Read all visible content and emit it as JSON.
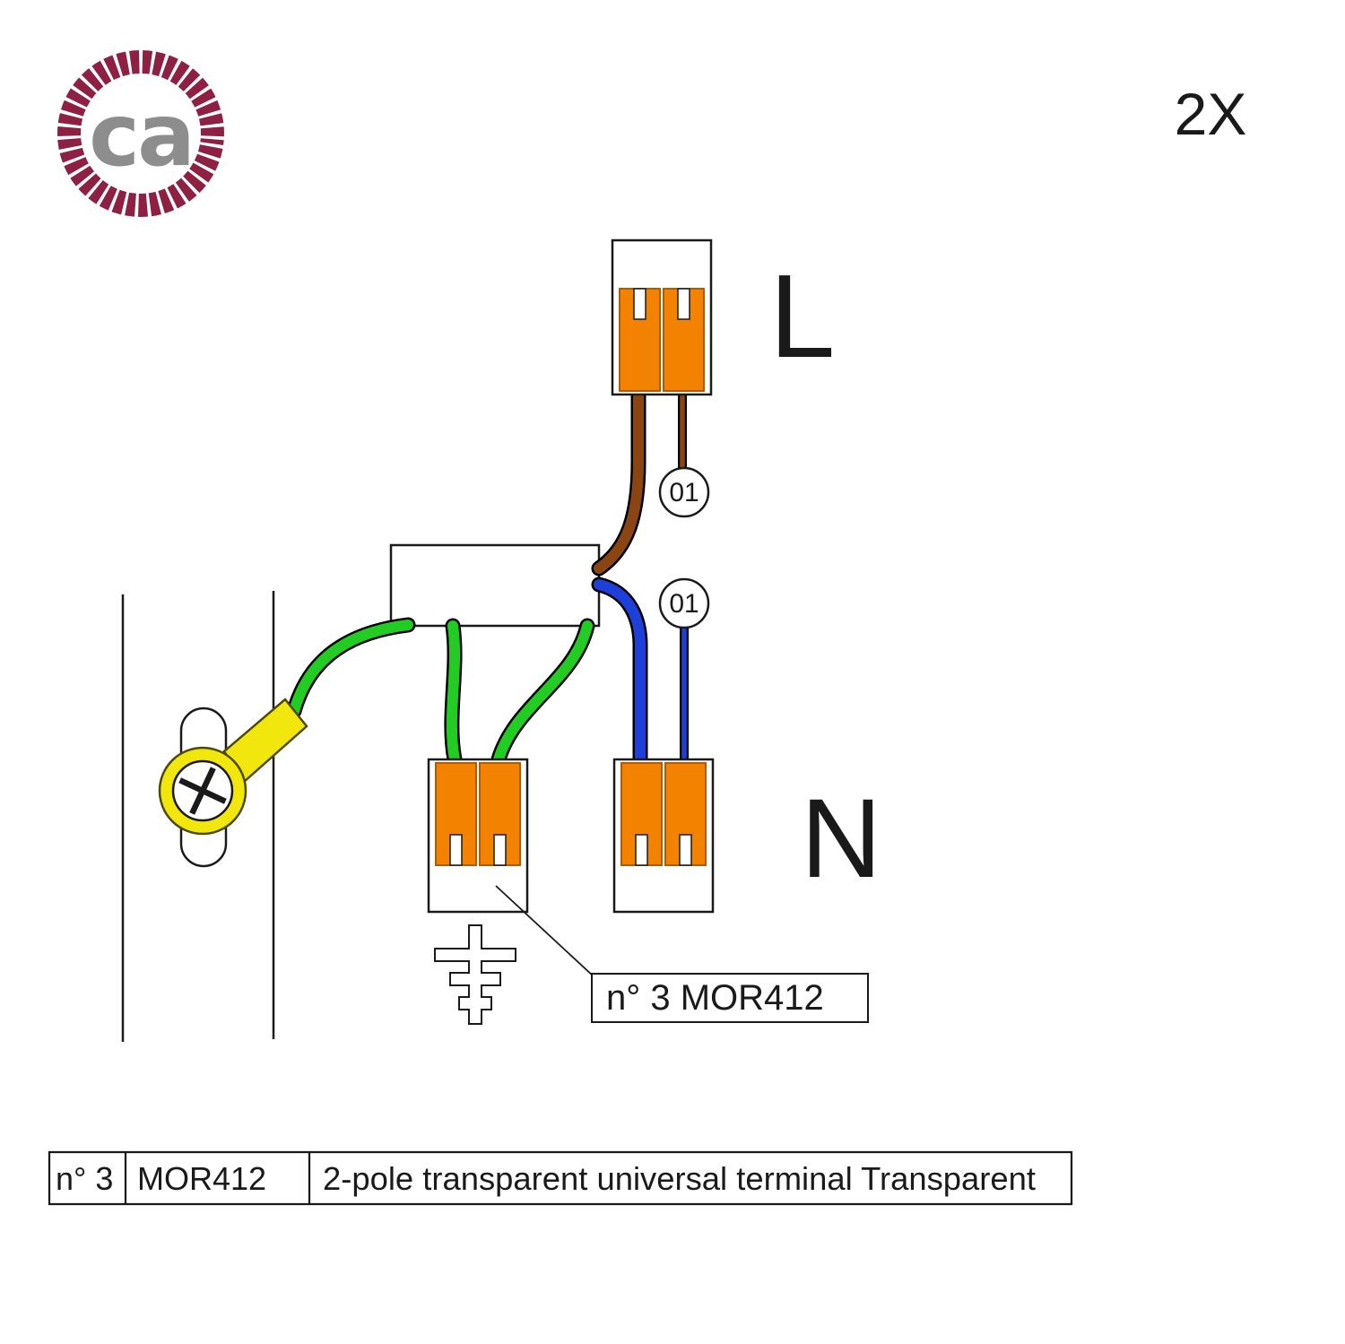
{
  "logo": {
    "text": "ca"
  },
  "header": {
    "quantity": "2X"
  },
  "diagram": {
    "live_label": "L",
    "neutral_label": "N",
    "cable_marker_1": "01",
    "cable_marker_2": "01",
    "callout_label": "n° 3 MOR412"
  },
  "table": {
    "rows": [
      {
        "qty": "n° 3",
        "code": "MOR412",
        "desc": "2-pole transparent universal terminal Transparent"
      }
    ]
  },
  "colors": {
    "logo_ring": "#8E2043",
    "logo_text": "#8D8D8D",
    "terminal_orange": "#F28200",
    "wire_brown": "#8B4513",
    "wire_blue": "#1E40D8",
    "wire_green": "#22CC22",
    "lug_yellow": "#F2E70D",
    "line_black": "#1A1A1A"
  }
}
